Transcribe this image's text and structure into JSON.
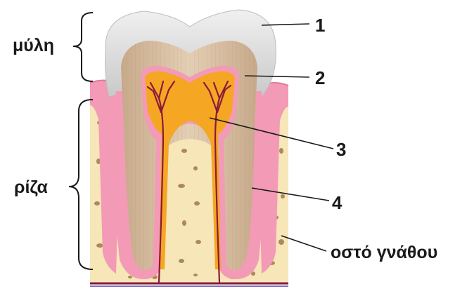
{
  "diagram": {
    "side_labels": {
      "crown": "μύλη",
      "root": "ρίζα"
    },
    "callouts": [
      {
        "id": "enamel",
        "text": "1"
      },
      {
        "id": "dentin",
        "text": "2"
      },
      {
        "id": "pulp",
        "text": "3"
      },
      {
        "id": "cementum",
        "text": "4"
      },
      {
        "id": "jaw-bone",
        "text": "οστό γνάθου"
      }
    ],
    "colors": {
      "enamel": "#e6e6e6",
      "dentin": "#d9c1a3",
      "pulp": "#f5a623",
      "gum": "#f39ab6",
      "bone": "#f6e6b8",
      "bone_spots": "#a07850",
      "nerve": "#8b1a3a",
      "line": "#1a1a1a"
    }
  }
}
